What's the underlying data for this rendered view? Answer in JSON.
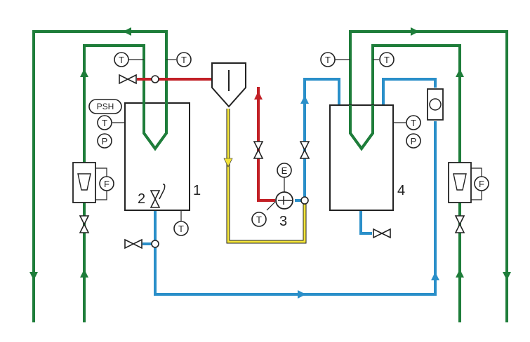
{
  "colors": {
    "green": "#1e7d3a",
    "red": "#c22026",
    "blue": "#2a8fc9",
    "yellow": "#f3e43a",
    "black": "#222222"
  },
  "equipment": {
    "vessel_left": "1",
    "valve_2": "2",
    "pump": "3",
    "vessel_right": "4"
  },
  "instruments": {
    "t": "T",
    "p": "P",
    "f": "F",
    "e": "E",
    "psh": "PSH"
  },
  "icons": [
    "valve-icon",
    "flowmeter-icon",
    "pump-icon",
    "sight-glass-icon",
    "arrow-icon"
  ]
}
